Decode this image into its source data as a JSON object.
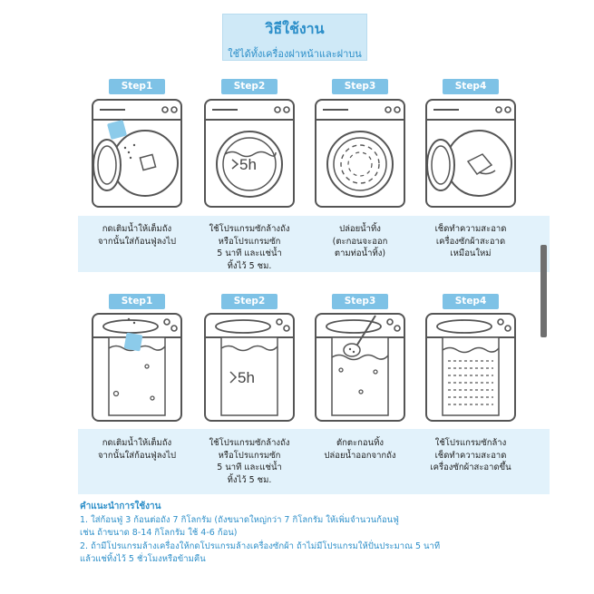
{
  "header": {
    "title": "วิธีใช้งาน",
    "subtitle": "ใช้ได้ทั้งเครื่องฝาหน้าและฝาบน"
  },
  "front_load": {
    "steps": [
      {
        "badge": "Step1",
        "caption": [
          "กดเติมน้ำให้เต็มถัง",
          "จากนั้นใส่ก้อนฟู่ลงไป"
        ]
      },
      {
        "badge": "Step2",
        "caption": [
          "ใช้โปรแกรมซักล้างถัง",
          "หรือโปรแกรมซัก",
          "5 นาที และแช่น้ำ",
          "ทิ้งไว้ 5 ชม."
        ],
        "timer": "5h"
      },
      {
        "badge": "Step3",
        "caption": [
          "ปล่อยน้ำทิ้ง",
          "(ตะกอนจะออก",
          "ตามท่อน้ำทิ้ง)"
        ]
      },
      {
        "badge": "Step4",
        "caption": [
          "เช็ดทำความสะอาด",
          "เครื่องซักผ้าสะอาด",
          "เหมือนใหม่"
        ]
      }
    ]
  },
  "top_load": {
    "steps": [
      {
        "badge": "Step1",
        "caption": [
          "กดเติมน้ำให้เต็มถัง",
          "จากนั้นใส่ก้อนฟู่ลงไป"
        ]
      },
      {
        "badge": "Step2",
        "caption": [
          "ใช้โปรแกรมซักล้างถัง",
          "หรือโปรแกรมซัก",
          "5 นาที และแช่น้ำ",
          "ทิ้งไว้ 5 ชม."
        ],
        "timer": "5h"
      },
      {
        "badge": "Step3",
        "caption": [
          "ตักตะกอนทิ้ง",
          "ปล่อยน้ำออกจากถัง"
        ]
      },
      {
        "badge": "Step4",
        "caption": [
          "ใช้โปรแกรมซักล้าง",
          "เช็ดทำความสะอาด",
          "เครื่องซักผ้าสะอาดขึ้น"
        ]
      }
    ]
  },
  "tips": {
    "title": "คำแนะนำการใช้งาน",
    "lines": [
      "1. ใส่ก้อนฟู่ 3 ก้อนต่อถัง 7 กิโลกรัม (ถังขนาดใหญ่กว่า 7 กิโลกรัม ให้เพิ่มจำนวนก้อนฟู่",
      "    เช่น ถ้าขนาด 8-14 กิโลกรัม ใช้ 4-6 ก้อน)",
      "2. ถ้ามีโปรแกรมล้างเครื่องให้กดโปรแกรมล้างเครื่องซักผ้า ถ้าไม่มีโปรแกรมให้ปั่นประมาณ 5 นาที",
      "    แล้วแช่ทิ้งไว้ 5 ชั่วโมงหรือข้ามคืน"
    ]
  },
  "colors": {
    "accent": "#2d8fc9",
    "badge": "#7ec2e6",
    "band": "#e2f2fb",
    "line": "#555555"
  }
}
